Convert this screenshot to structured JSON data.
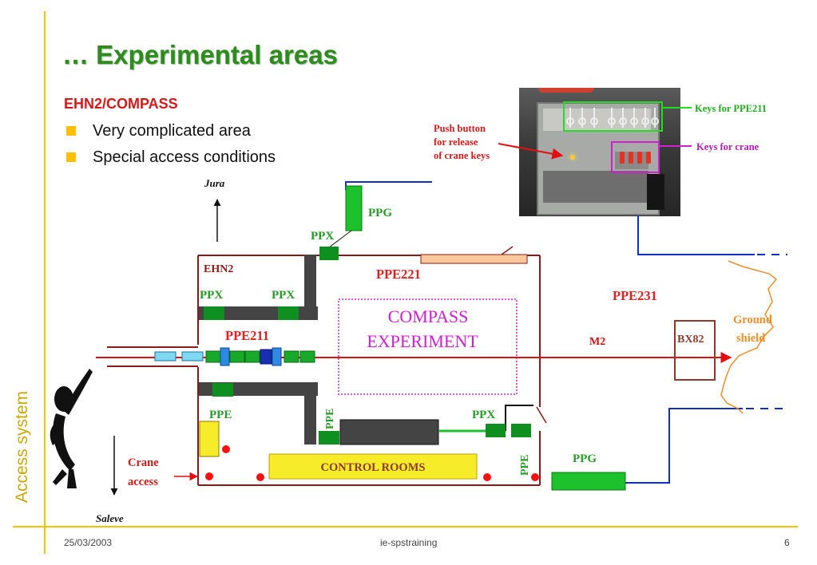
{
  "slide": {
    "side_label": "Access system",
    "title": "… Experimental areas",
    "subtitle": "EHN2/COMPASS",
    "bullets": [
      "Very complicated area",
      "Special access conditions"
    ]
  },
  "diagram": {
    "jura": "Jura",
    "saleve": "Saleve",
    "ehn2": "EHN2",
    "ppg_top": "PPG",
    "ppx_top": "PPX",
    "ppx_left": "PPX",
    "ppx_mid": "PPX",
    "ppx_right": "PPX",
    "ppe221": "PPE221",
    "ppe211": "PPE211",
    "ppe231": "PPE231",
    "compass_line1": "COMPASS",
    "compass_line2": "EXPERIMENT",
    "m2": "M2",
    "bx82": "BX82",
    "ground_line1": "Ground",
    "ground_line2": "shield",
    "ppe_left": "PPE",
    "ppe_vert_left": "PPE",
    "ppe_vert_right": "PPE",
    "ppg_bottom": "PPG",
    "control_rooms": "CONTROL ROOMS",
    "crane_line1": "Crane",
    "crane_line2": "access",
    "push_line1": "Push button",
    "push_line2": "for release",
    "push_line3": "of crane keys",
    "keys_ppe211": "Keys for PPE211",
    "keys_crane": "Keys for crane"
  },
  "footer": {
    "date": "25/03/2003",
    "center": "ie-spstraining",
    "page": "6"
  },
  "colors": {
    "accent_yellow": "#f5c400",
    "title_green": "#2e8b1e",
    "red": "#d31a1a",
    "wall": "#8b1a1a",
    "ppx_green": "#0f8f1f",
    "ppg_green": "#1cc12c",
    "beam_red": "#e01010",
    "cable_blue": "#1030c0",
    "compass_magenta": "#d020d0",
    "ground_orange": "#e8902c"
  }
}
